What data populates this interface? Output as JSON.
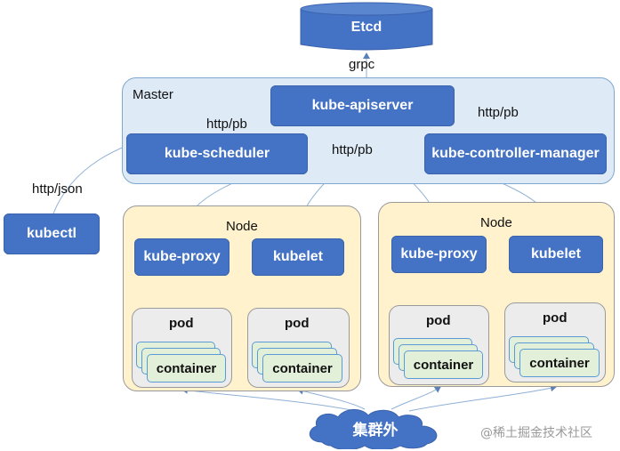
{
  "etcd": "Etcd",
  "grpc": "grpc",
  "master": {
    "title": "Master",
    "apiserver": "kube-apiserver",
    "scheduler": "kube-scheduler",
    "controller_manager": "kube-controller-manager",
    "http_pb_left": "http/pb",
    "http_pb_center": "http/pb",
    "http_pb_right": "http/pb"
  },
  "kubectl": "kubectl",
  "http_json": "http/json",
  "nodes": [
    {
      "title": "Node",
      "proxy": "kube-proxy",
      "kubelet": "kubelet",
      "pods": [
        {
          "title": "pod",
          "container": "container"
        },
        {
          "title": "pod",
          "container": "container"
        }
      ]
    },
    {
      "title": "Node",
      "proxy": "kube-proxy",
      "kubelet": "kubelet",
      "pods": [
        {
          "title": "pod",
          "container": "container"
        },
        {
          "title": "pod",
          "container": "container"
        }
      ]
    }
  ],
  "cluster_outside": "集群外",
  "watermark": "@稀土掘金技术社区",
  "colors": {
    "blue_box": "#4472c4",
    "master_bg": "#deebf7",
    "node_bg": "#fff2cc",
    "pod_bg": "#ececec",
    "container_bg": "#e2f0d9",
    "connector": "#8fb0d6"
  }
}
